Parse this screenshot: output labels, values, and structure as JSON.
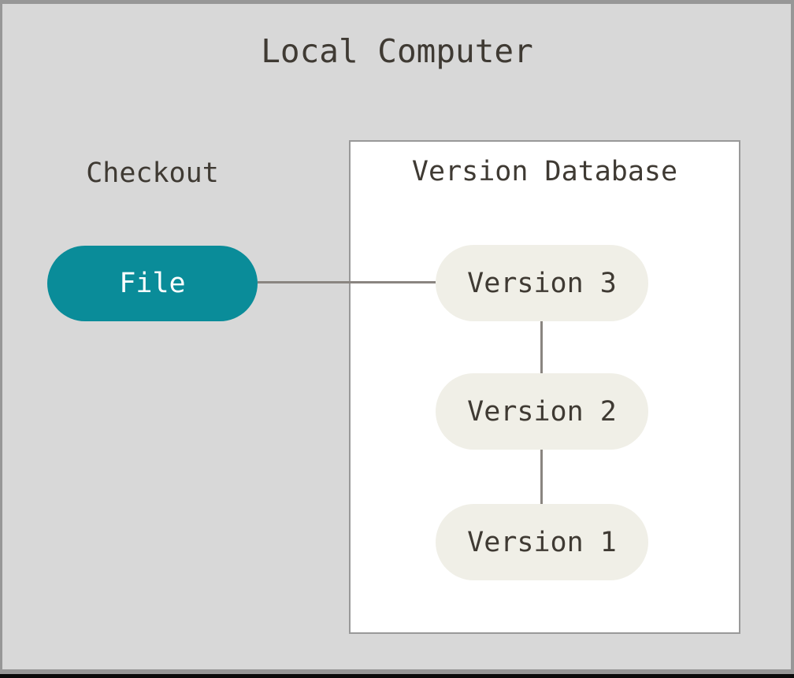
{
  "title": "Local Computer",
  "checkout": {
    "label": "Checkout"
  },
  "file_node": {
    "label": "File"
  },
  "version_database": {
    "title": "Version Database",
    "nodes": [
      {
        "label": "Version 3"
      },
      {
        "label": "Version 2"
      },
      {
        "label": "Version 1"
      }
    ]
  },
  "colors": {
    "canvas_background": "#D8D8D8",
    "frame_border": "#979797",
    "bottom_bar": "#0A0A0A",
    "box_background": "#FFFFFF",
    "box_border": "#999999",
    "file_fill": "#0A8C99",
    "file_text": "#FFFFFF",
    "version_fill": "#F0EFE7",
    "text": "#3F3A33",
    "connector": "#8A8580"
  }
}
